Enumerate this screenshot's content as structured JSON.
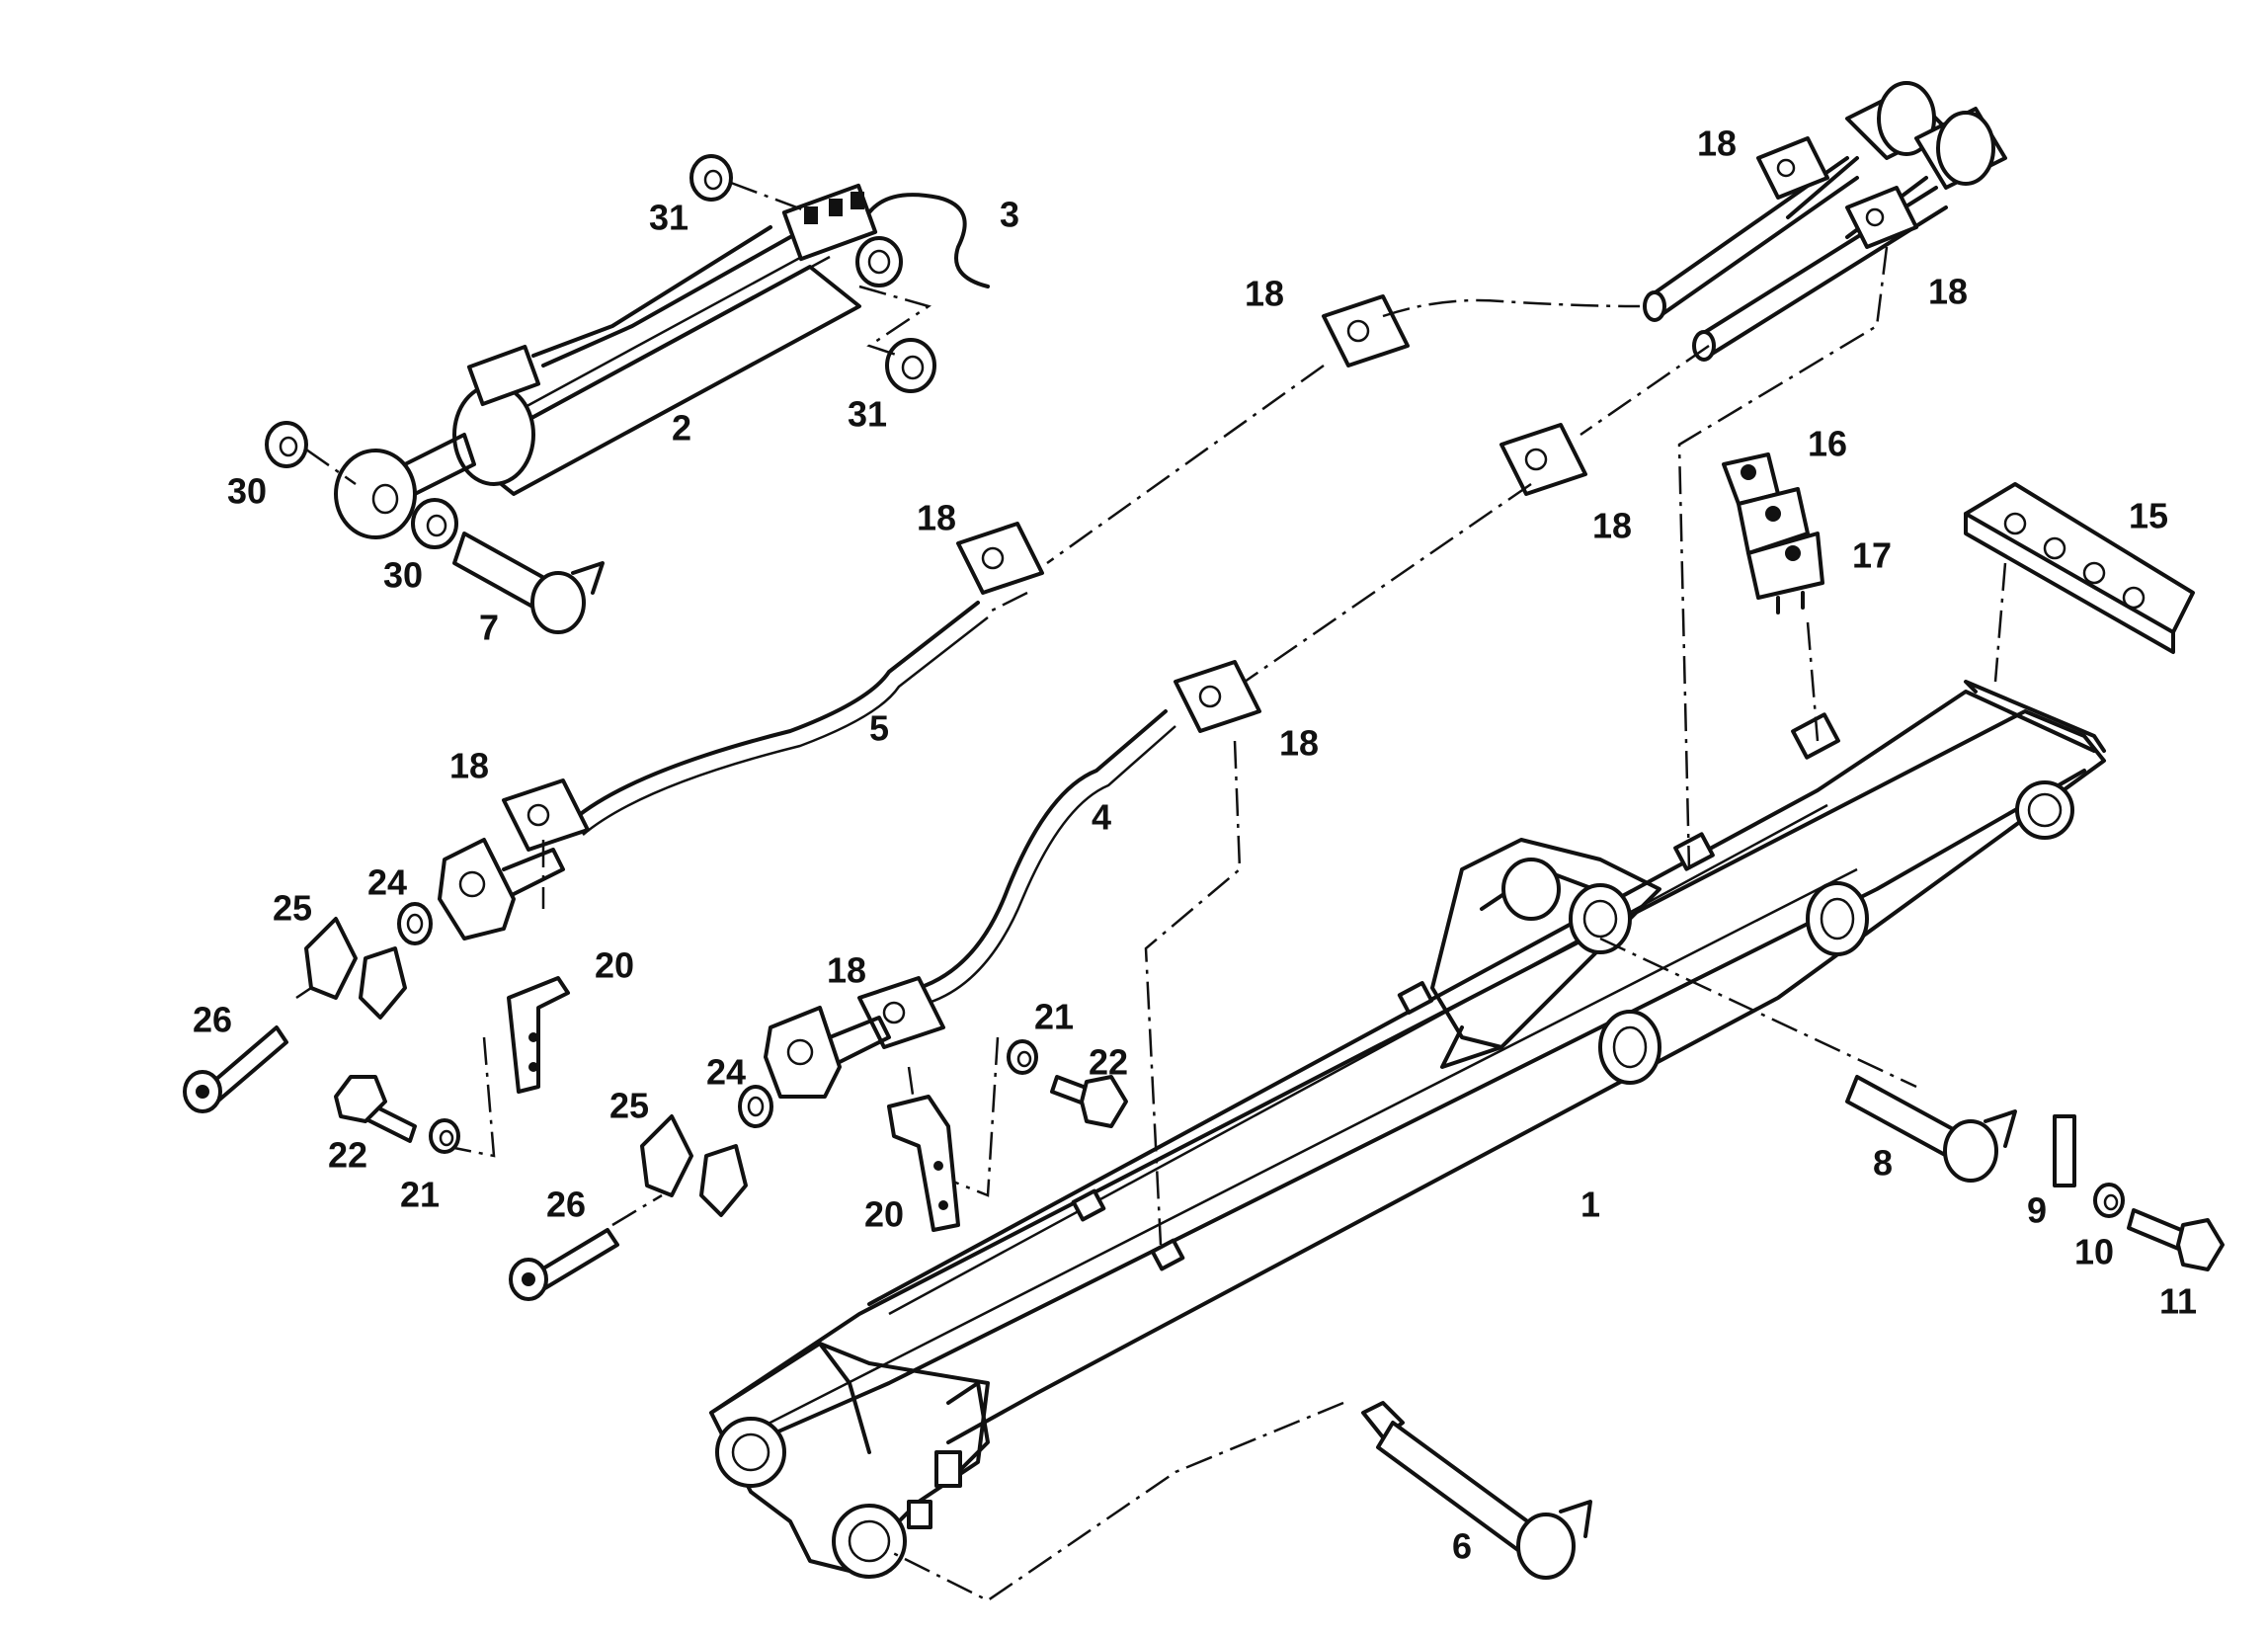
{
  "diagram": {
    "type": "exploded-parts-diagram",
    "colors": {
      "ink": "#111111",
      "background": "#ffffff"
    },
    "labels": [
      {
        "id": "1",
        "text": "1"
      },
      {
        "id": "2",
        "text": "2"
      },
      {
        "id": "3",
        "text": "3"
      },
      {
        "id": "4",
        "text": "4"
      },
      {
        "id": "5",
        "text": "5"
      },
      {
        "id": "6",
        "text": "6"
      },
      {
        "id": "7",
        "text": "7"
      },
      {
        "id": "8",
        "text": "8"
      },
      {
        "id": "9",
        "text": "9"
      },
      {
        "id": "10",
        "text": "10"
      },
      {
        "id": "11",
        "text": "11"
      },
      {
        "id": "15",
        "text": "15"
      },
      {
        "id": "16",
        "text": "16"
      },
      {
        "id": "17",
        "text": "17"
      },
      {
        "id": "18a",
        "text": "18"
      },
      {
        "id": "18b",
        "text": "18"
      },
      {
        "id": "18c",
        "text": "18"
      },
      {
        "id": "18d",
        "text": "18"
      },
      {
        "id": "18e",
        "text": "18"
      },
      {
        "id": "18f",
        "text": "18"
      },
      {
        "id": "18g",
        "text": "18"
      },
      {
        "id": "18h",
        "text": "18"
      },
      {
        "id": "20a",
        "text": "20"
      },
      {
        "id": "20b",
        "text": "20"
      },
      {
        "id": "21a",
        "text": "21"
      },
      {
        "id": "21b",
        "text": "21"
      },
      {
        "id": "22a",
        "text": "22"
      },
      {
        "id": "22b",
        "text": "22"
      },
      {
        "id": "24a",
        "text": "24"
      },
      {
        "id": "24b",
        "text": "24"
      },
      {
        "id": "25a",
        "text": "25"
      },
      {
        "id": "25b",
        "text": "25"
      },
      {
        "id": "26a",
        "text": "26"
      },
      {
        "id": "26b",
        "text": "26"
      },
      {
        "id": "30a",
        "text": "30"
      },
      {
        "id": "30b",
        "text": "30"
      },
      {
        "id": "31a",
        "text": "31"
      },
      {
        "id": "31b",
        "text": "31"
      }
    ]
  }
}
